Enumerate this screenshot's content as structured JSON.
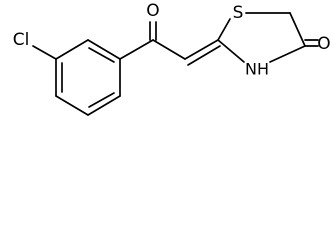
{
  "molecule": {
    "atoms": {
      "cl": "Cl",
      "o_ketone": "O",
      "s_ring": "S",
      "nh_ring": "NH",
      "o_ring": "O"
    }
  }
}
